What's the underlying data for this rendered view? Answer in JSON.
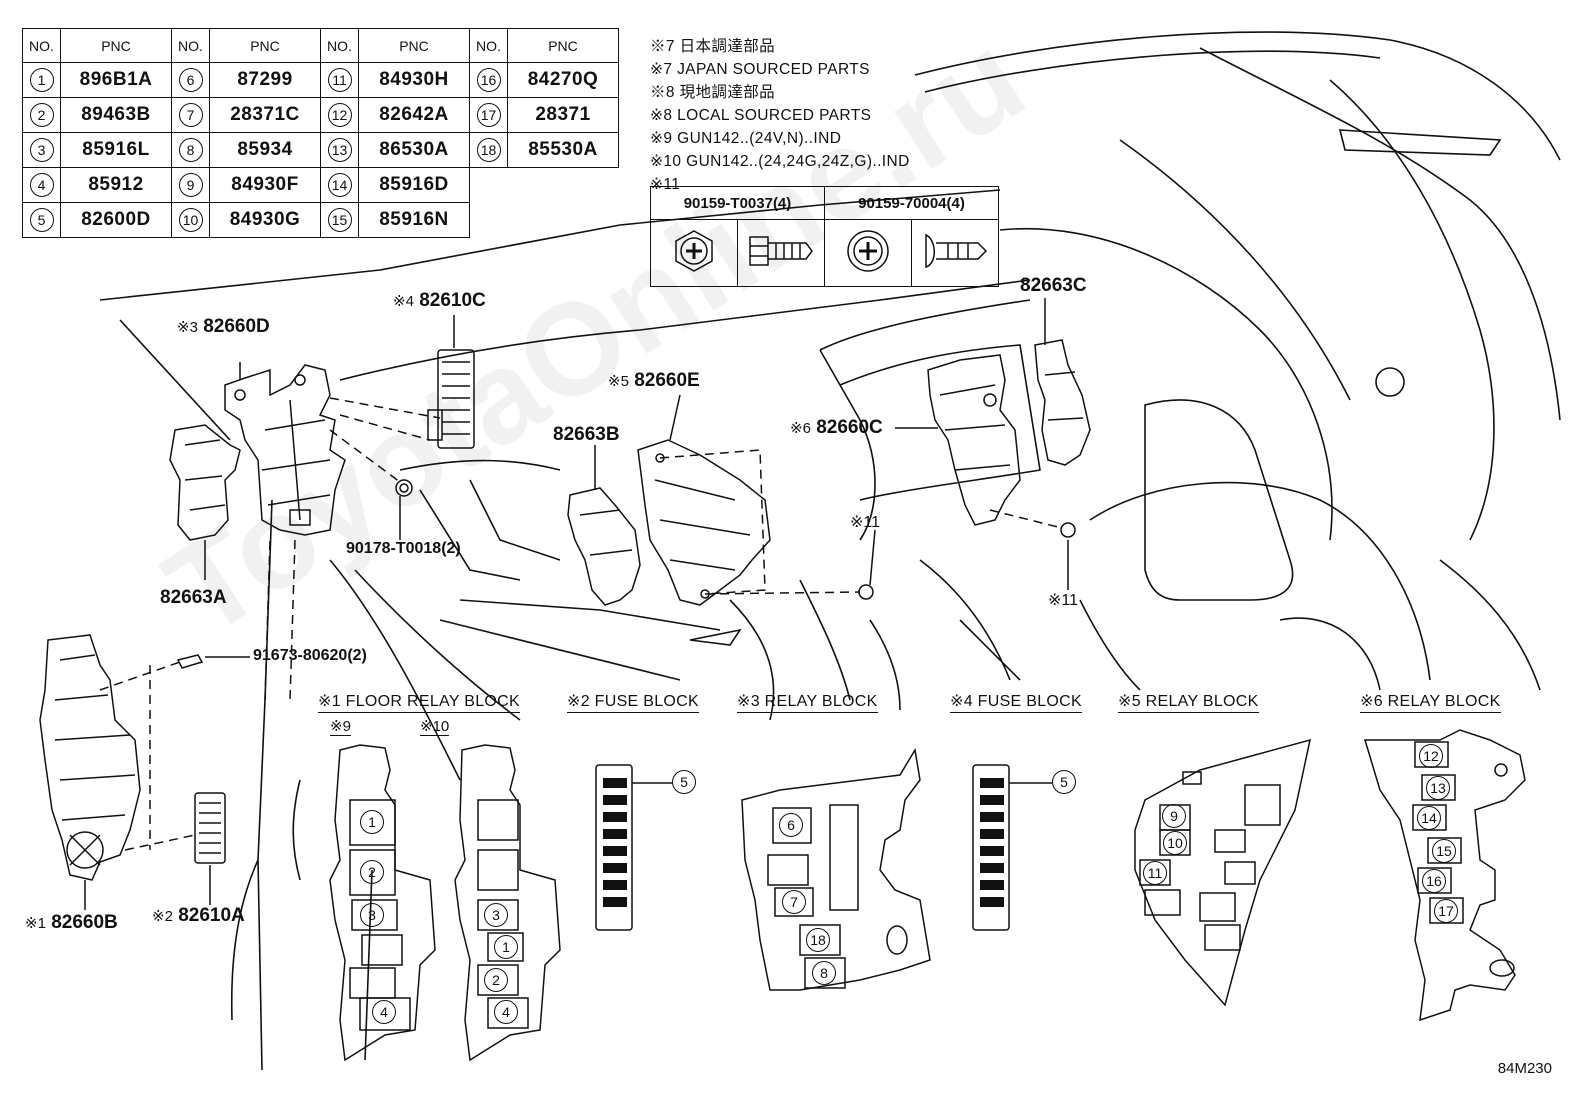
{
  "pnc_table": {
    "headers": [
      "NO.",
      "PNC"
    ],
    "rows": [
      [
        [
          "1",
          "896B1A"
        ],
        [
          "6",
          "87299"
        ],
        [
          "11",
          "84930H"
        ],
        [
          "16",
          "84270Q"
        ]
      ],
      [
        [
          "2",
          "89463B"
        ],
        [
          "7",
          "28371C"
        ],
        [
          "12",
          "82642A"
        ],
        [
          "17",
          "28371"
        ]
      ],
      [
        [
          "3",
          "85916L"
        ],
        [
          "8",
          "85934"
        ],
        [
          "13",
          "86530A"
        ],
        [
          "18",
          "85530A"
        ]
      ],
      [
        [
          "4",
          "85912"
        ],
        [
          "9",
          "84930F"
        ],
        [
          "14",
          "85916D"
        ],
        [
          "",
          ""
        ]
      ],
      [
        [
          "5",
          "82600D"
        ],
        [
          "10",
          "84930G"
        ],
        [
          "15",
          "85916N"
        ],
        [
          "",
          ""
        ]
      ]
    ]
  },
  "notes": [
    "※7 日本調達部品",
    "※7 JAPAN SOURCED PARTS",
    "※8 現地調達部品",
    "※8 LOCAL SOURCED PARTS",
    "※9 GUN142..(24V,N)..IND",
    "※10 GUN142..(24,24G,24Z,G)..IND",
    "※11"
  ],
  "fastener_table": {
    "headers": [
      "90159-T0037(4)",
      "90159-70004(4)"
    ]
  },
  "part_labels": {
    "p82663C": "82663C",
    "p82610C_mark": "※4",
    "p82610C": "82610C",
    "p82660D_mark": "※3",
    "p82660D": "82660D",
    "p82660E_mark": "※5",
    "p82660E": "82660E",
    "p82663B": "82663B",
    "p82660C_mark": "※6",
    "p82660C": "82660C",
    "p82663A": "82663A",
    "p90178": "90178-T0018(2)",
    "p91673": "91673-80620(2)",
    "mark11a": "※11",
    "mark11b": "※11",
    "p82660B_mark": "※1",
    "p82660B": "82660B",
    "p82610A_mark": "※2",
    "p82610A": "82610A"
  },
  "sections": {
    "s1": "※1 FLOOR RELAY BLOCK",
    "s1_sub9": "※9",
    "s1_sub10": "※10",
    "s2": "※2 FUSE BLOCK",
    "s3": "※3 RELAY BLOCK",
    "s4": "※4 FUSE BLOCK",
    "s5": "※5 RELAY BLOCK",
    "s6": "※6 RELAY BLOCK"
  },
  "callouts": {
    "floor9": [
      "1",
      "2",
      "3",
      "4"
    ],
    "floor10": [
      "3",
      "1",
      "2",
      "4"
    ],
    "fuse2": "5",
    "relay3": [
      "6",
      "7",
      "18",
      "8"
    ],
    "fuse4": "5",
    "relay5": [
      "9",
      "10",
      "11"
    ],
    "relay6": [
      "12",
      "13",
      "14",
      "15",
      "16",
      "17"
    ]
  },
  "figure_id": "84M230",
  "watermark": "ToyotaOnline.ru"
}
